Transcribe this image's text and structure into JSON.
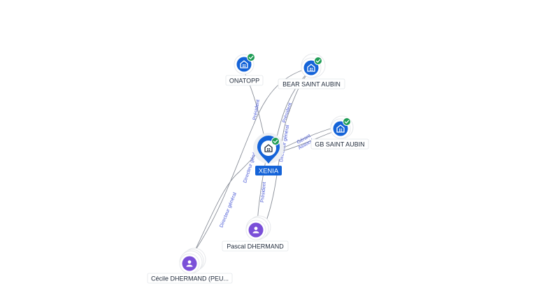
{
  "center": {
    "name": "XENIA",
    "icon": "building-icon",
    "verified": true,
    "color": "#1463d8"
  },
  "companies": [
    {
      "key": "onatopp",
      "name": "ONATOPP",
      "icon": "building-icon",
      "verified": true
    },
    {
      "key": "bear",
      "name": "BEAR SAINT AUBIN",
      "icon": "building-icon",
      "verified": true
    },
    {
      "key": "gb",
      "name": "GB SAINT AUBIN",
      "icon": "building-icon",
      "verified": true
    }
  ],
  "people": [
    {
      "key": "pascal",
      "name": "Pascal DHERMAND",
      "icon": "person-icon"
    },
    {
      "key": "cecile",
      "name": "Cécile DHERMAND (PEU...",
      "icon": "person-icon"
    }
  ],
  "relations": [
    {
      "key": "xenia_onatopp",
      "label": "Président"
    },
    {
      "key": "xenia_bear",
      "label": "Président"
    },
    {
      "key": "pascal_bear",
      "label": "Directeur général"
    },
    {
      "key": "xenia_gb_1",
      "label": "Gérant"
    },
    {
      "key": "xenia_gb_2",
      "label": "Associé"
    },
    {
      "key": "cecile_xenia",
      "label": "Directeur général"
    },
    {
      "key": "cecile_bear",
      "label": "Directeur général"
    },
    {
      "key": "pascal_xenia",
      "label": "Président"
    }
  ],
  "colors": {
    "company": "#1463d8",
    "person": "#7a4fd8",
    "verified": "#1f9d55",
    "edge_label": "#4a5ad6",
    "edge": "#8a8f99"
  }
}
